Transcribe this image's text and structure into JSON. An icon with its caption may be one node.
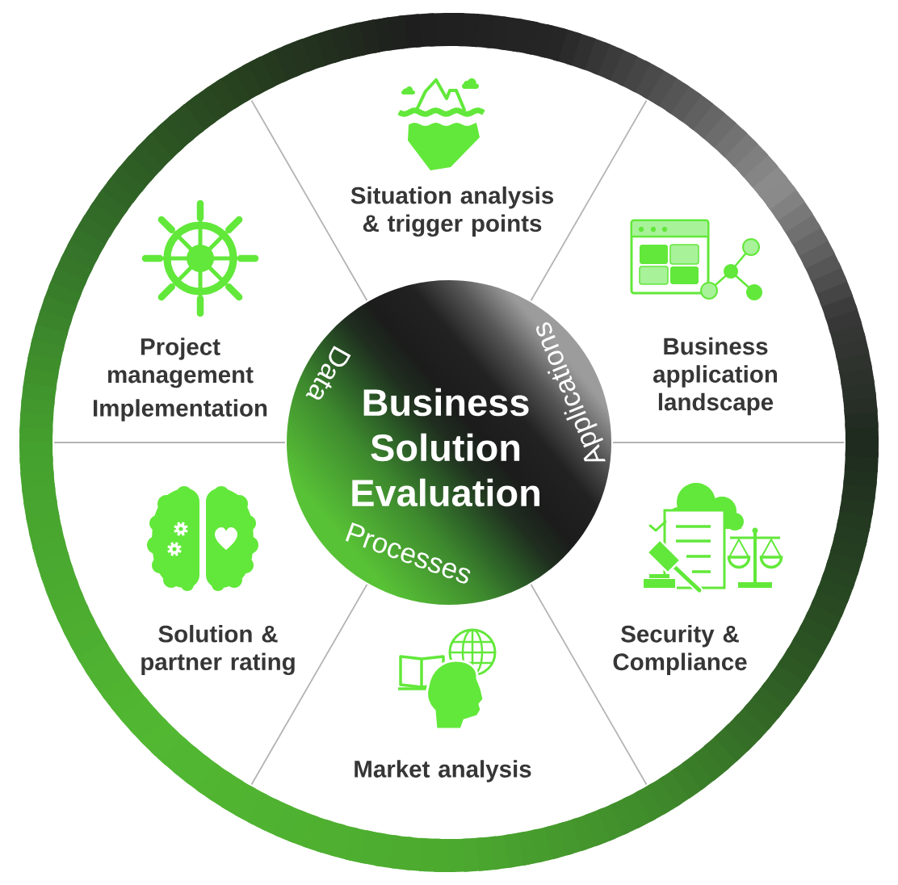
{
  "diagram": {
    "nodes": [
      {
        "text": [
          "Business Solution Evaluation",
          "Data",
          "Applications",
          "Processes"
        ]
      },
      {
        "text": [
          "Situation analysis & trigger points"
        ]
      },
      {
        "text": [
          "Business application landscape"
        ]
      },
      {
        "text": [
          "Security & Compliance"
        ]
      },
      {
        "text": [
          "Market analysis"
        ]
      },
      {
        "text": [
          "Solution & partner rating"
        ]
      },
      {
        "text": [
          "Project management",
          "Implementation"
        ]
      }
    ]
  }
}
